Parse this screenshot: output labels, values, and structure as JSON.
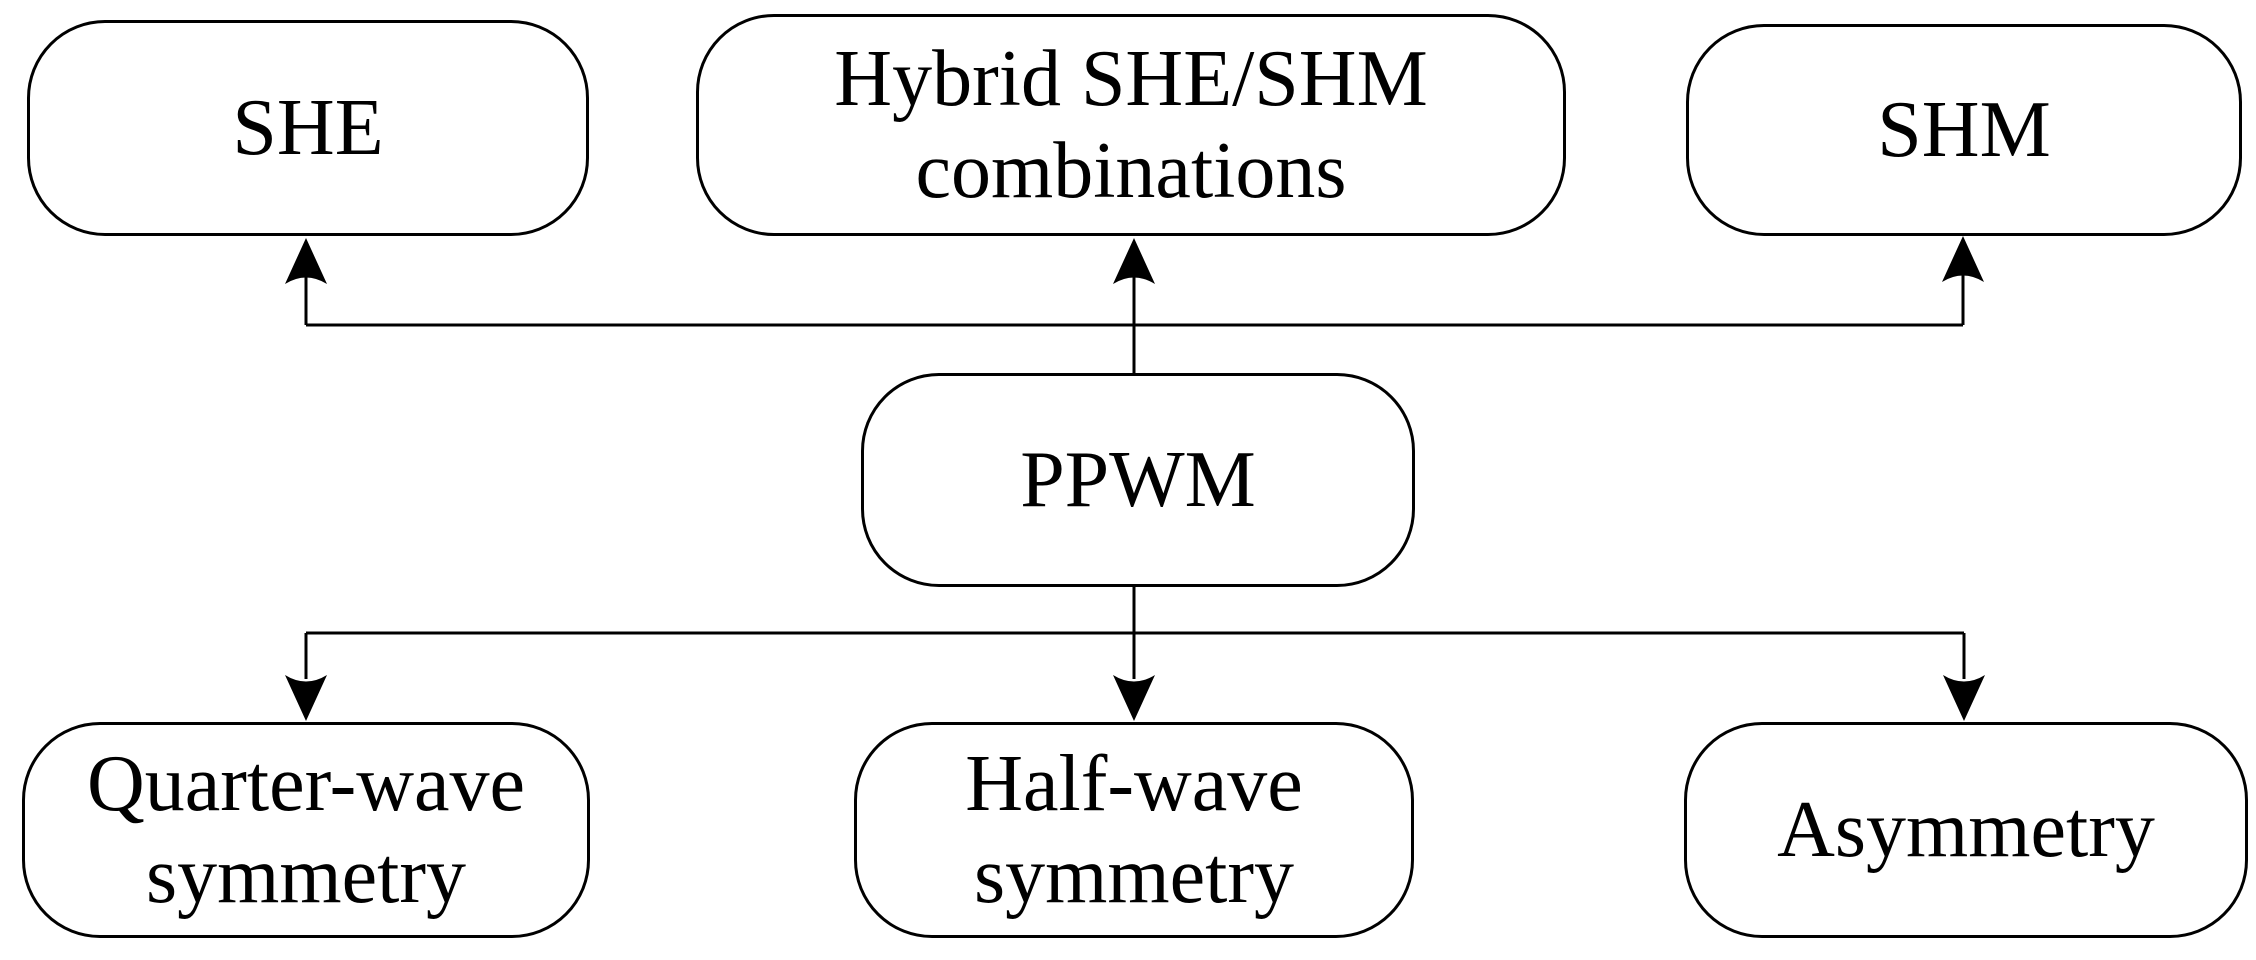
{
  "figure": {
    "background_color": "#ffffff",
    "line_color": "#000000",
    "text_color": "#000000",
    "nodes": [
      {
        "id": "she",
        "label": "SHE"
      },
      {
        "id": "hybrid",
        "label": "Hybrid SHE/SHM\ncombinations"
      },
      {
        "id": "shm",
        "label": "SHM"
      },
      {
        "id": "ppwm",
        "label": "PPWM"
      },
      {
        "id": "quarter",
        "label": "Quarter-wave\nsymmetry"
      },
      {
        "id": "half",
        "label": "Half-wave\nsymmetry"
      },
      {
        "id": "asymmetry",
        "label": "Asymmetry"
      }
    ],
    "edges": [
      {
        "from": "ppwm",
        "to": "she",
        "direction": "up"
      },
      {
        "from": "ppwm",
        "to": "hybrid",
        "direction": "up"
      },
      {
        "from": "ppwm",
        "to": "shm",
        "direction": "up"
      },
      {
        "from": "ppwm",
        "to": "quarter",
        "direction": "down"
      },
      {
        "from": "ppwm",
        "to": "half",
        "direction": "down"
      },
      {
        "from": "ppwm",
        "to": "asymmetry",
        "direction": "down"
      }
    ]
  }
}
